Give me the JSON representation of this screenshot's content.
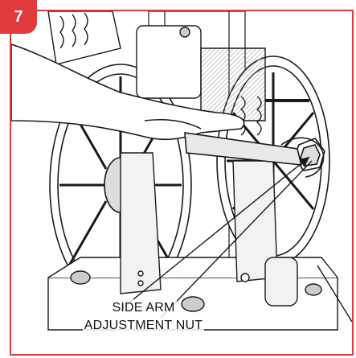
{
  "step": {
    "number": "7"
  },
  "callout": {
    "line1": "SIDE ARM",
    "line2": "ADJUSTMENT NUT"
  },
  "colors": {
    "accent": "#e03a3e",
    "line": "#1a1a1a",
    "shade": "#9a9a9a",
    "light": "#d8d8d8"
  }
}
